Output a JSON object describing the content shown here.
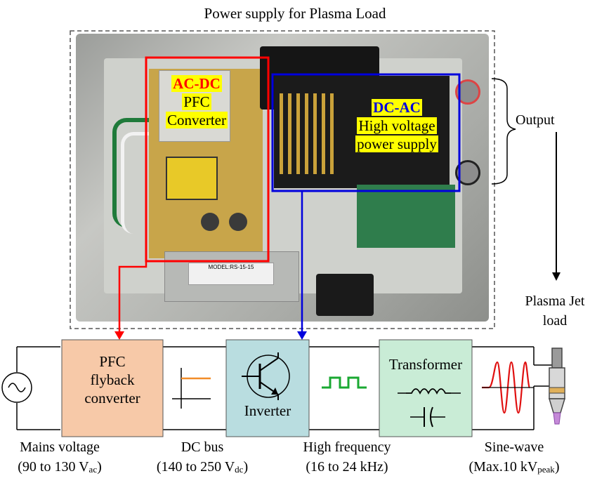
{
  "title": "Power supply for Plasma Load",
  "photo_labels": {
    "acdc_title": "AC-DC",
    "acdc_line1": "PFC",
    "acdc_line2": "Converter",
    "dcac_title": "DC-AC",
    "dcac_line1": "High voltage",
    "dcac_line2": "power supply",
    "psu_label": "MODEL:RS-15-15"
  },
  "output_label": "Output",
  "load_label_1": "Plasma Jet",
  "load_label_2": "load",
  "blocks": {
    "pfc_1": "PFC",
    "pfc_2": "flyback",
    "pfc_3": "converter",
    "inverter": "Inverter",
    "transformer": "Transformer"
  },
  "captions": {
    "mains": "Mains voltage",
    "mains_range": "(90 to 130 V",
    "mains_sub": "ac",
    "dcbus": "DC bus",
    "dcbus_range": "(140 to 250 V",
    "dcbus_sub": "dc",
    "hf": "High frequency",
    "hf_range": "(16 to 24 kHz)",
    "sine": "Sine-wave",
    "sine_range": "(Max.10 kV",
    "sine_sub": "peak",
    "close": ")"
  },
  "colors": {
    "pfc_fill": "#f7c9a8",
    "inverter_fill": "#b9dde0",
    "transformer_fill": "#c9ecd6",
    "red_box": "#ff0000",
    "blue_box": "#0000dd",
    "dc_line": "#f28c28",
    "hf_wave": "#1aa832",
    "sine_wave": "#e01010",
    "highlight": "#ffff00"
  }
}
